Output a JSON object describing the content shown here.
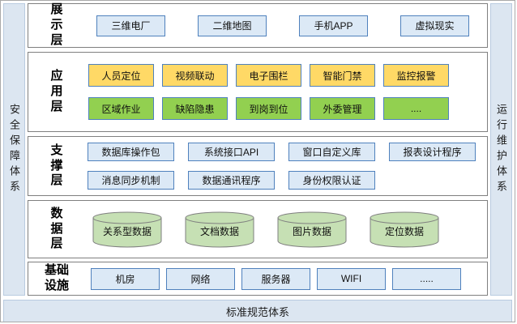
{
  "frame": {
    "left_strip_label": "安全保障体系",
    "right_strip_label": "运行维护体系",
    "bottom_strip_label": "标准规范体系"
  },
  "colors": {
    "strip_fill": "#dce6f1",
    "band_border": "#7f7f7f",
    "box_blue_fill": "#dce9f6",
    "box_border_blue": "#4f81bd",
    "box_yellow_fill": "#ffd966",
    "box_green_fill": "#92d050",
    "cylinder_fill": "#c6e0b4",
    "cylinder_stroke": "#7f7f7f"
  },
  "layers": [
    {
      "id": "display",
      "label": "展示层",
      "rows": [
        [
          "三维电厂",
          "二维地图",
          "手机APP",
          "虚拟现实"
        ]
      ]
    },
    {
      "id": "application",
      "label": "应用层",
      "rows": [
        [
          "人员定位",
          "视频联动",
          "电子围栏",
          "智能门禁",
          "监控报警"
        ],
        [
          "区域作业",
          "缺陷隐患",
          "到岗到位",
          "外委管理",
          "...."
        ]
      ]
    },
    {
      "id": "support",
      "label": "支撑层",
      "rows": [
        [
          "数据库操作包",
          "系统接口API",
          "窗口自定义库",
          "报表设计程序"
        ],
        [
          "消息同步机制",
          "数据通讯程序",
          "身份权限认证"
        ]
      ]
    },
    {
      "id": "data",
      "label": "数据层",
      "cylinders": [
        "关系型数据",
        "文档数据",
        "图片数据",
        "定位数据"
      ]
    },
    {
      "id": "infrastructure",
      "label": "基础设施",
      "rows": [
        [
          "机房",
          "网络",
          "服务器",
          "WIFI",
          "....."
        ]
      ]
    }
  ]
}
